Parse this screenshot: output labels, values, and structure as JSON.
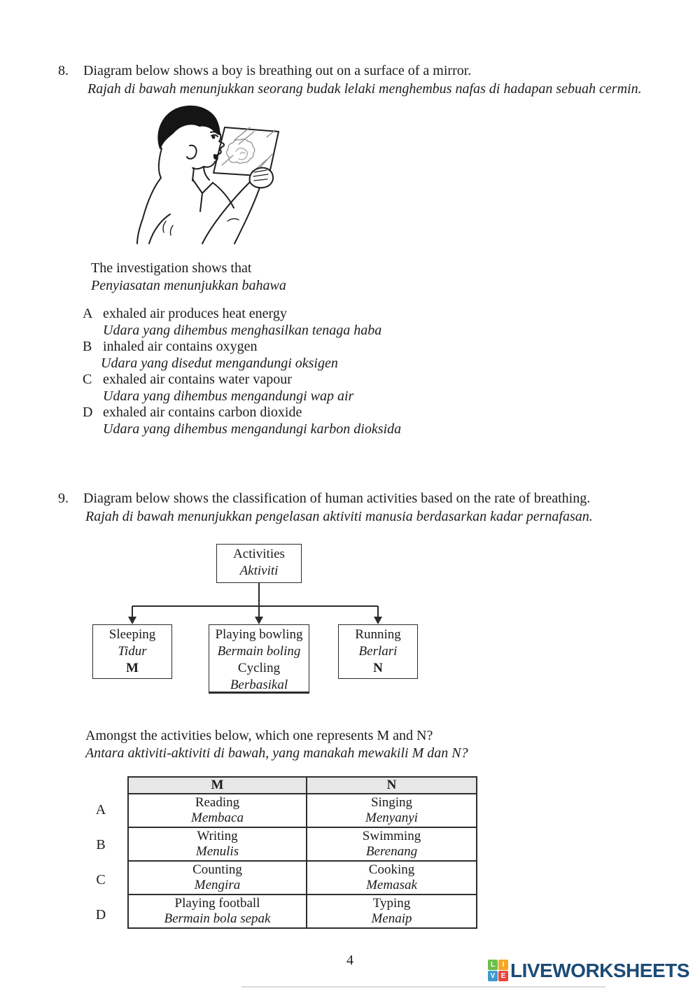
{
  "q8": {
    "number": "8.",
    "stem_en": "Diagram below shows a boy is breathing out on a surface of a mirror.",
    "stem_ms": "Rajah di bawah menunjukkan seorang budak lelaki menghembus nafas di hadapan sebuah cermin.",
    "lead_en": "The investigation shows that",
    "lead_ms": "Penyiasatan menunjukkan bahawa",
    "options": [
      {
        "letter": "A",
        "en": "exhaled air produces heat energy",
        "ms": "Udara yang dihembus menghasilkan tenaga haba"
      },
      {
        "letter": "B",
        "en": "inhaled air contains oxygen",
        "ms": "Udara yang disedut mengandungi oksigen"
      },
      {
        "letter": "C",
        "en": "exhaled air contains water vapour",
        "ms": "Udara yang dihembus mengandungi wap air"
      },
      {
        "letter": "D",
        "en": "exhaled air contains carbon dioxide",
        "ms": "Udara yang dihembus mengandungi karbon dioksida"
      }
    ]
  },
  "q9": {
    "number": "9.",
    "stem_en": "Diagram below shows the classification of human activities based on the rate of breathing.",
    "stem_ms": "Rajah di bawah menunjukkan pengelasan aktiviti manusia berdasarkan kadar pernafasan.",
    "diagram": {
      "root": {
        "en": "Activities",
        "ms": "Aktiviti"
      },
      "box1": {
        "en": "Sleeping",
        "ms": "Tidur",
        "label": "M"
      },
      "box2": {
        "en1": "Playing bowling",
        "ms1": "Bermain boling",
        "en2": "Cycling",
        "ms2": "Berbasikal"
      },
      "box3": {
        "en": "Running",
        "ms": "Berlari",
        "label": "N"
      }
    },
    "question_en": "Amongst the activities below, which one represents M and N?",
    "question_ms": "Antara aktiviti-aktiviti di bawah, yang manakah mewakili M dan N?",
    "table": {
      "col_m": "M",
      "col_n": "N",
      "rows": [
        {
          "letter": "A",
          "m_en": "Reading",
          "m_ms": "Membaca",
          "n_en": "Singing",
          "n_ms": "Menyanyi"
        },
        {
          "letter": "B",
          "m_en": "Writing",
          "m_ms": "Menulis",
          "n_en": "Swimming",
          "n_ms": "Berenang"
        },
        {
          "letter": "C",
          "m_en": "Counting",
          "m_ms": "Mengira",
          "n_en": "Cooking",
          "n_ms": "Memasak"
        },
        {
          "letter": "D",
          "m_en": "Playing football",
          "m_ms": "Bermain bola sepak",
          "n_en": "Typing",
          "n_ms": "Menaip"
        }
      ]
    }
  },
  "footer": {
    "page_number": "4",
    "logo": {
      "wordmark": "LIVEWORKSHEETS",
      "wordmark_color": "#1c4b76",
      "tiles": [
        {
          "letter": "L",
          "color": "#6abf4b"
        },
        {
          "letter": "I",
          "color": "#f5a623"
        },
        {
          "letter": "V",
          "color": "#3d9ad1"
        },
        {
          "letter": "E",
          "color": "#e8473f"
        }
      ]
    }
  }
}
